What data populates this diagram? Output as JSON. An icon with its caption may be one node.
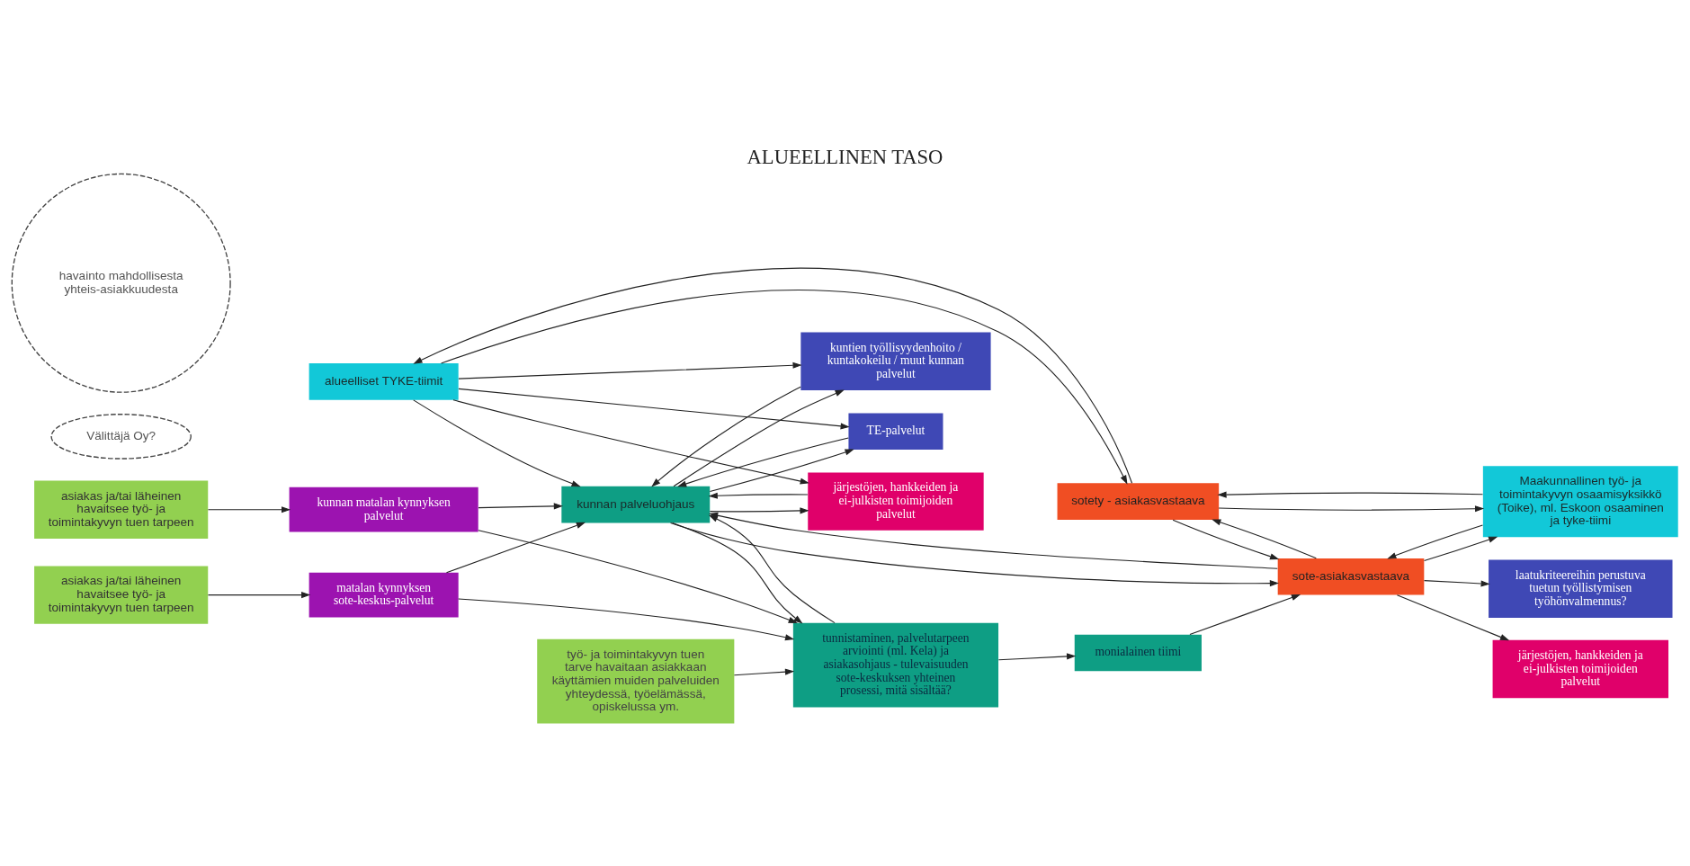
{
  "diagram": {
    "title": "ALUEELLINEN TASO",
    "nodes": [
      {
        "text": [
          "asiakas ja/tai läheinen havaitsee työ- ja toimintakyvyn tuen tarpeen"
        ]
      },
      {
        "text": [
          "kunnan matalan kynnyksen palvelut"
        ]
      },
      {
        "text": [
          "kunnan palveluohjaus"
        ]
      },
      {
        "text": [
          "kuntien työllisyydenhoito / kuntakokeilu / muut kunnan palvelut"
        ]
      },
      {
        "text": [
          "TE-palvelut"
        ]
      },
      {
        "text": [
          "alueelliset TYKE-tiimit"
        ]
      },
      {
        "text": [
          "järjestöjen, hankkeiden ja ei-julkisten toimijoiden palvelut"
        ]
      },
      {
        "text": [
          "sotety - asiakasvastaava"
        ]
      },
      {
        "text": [
          "Välittäjä Oy?"
        ]
      },
      {
        "text": [
          "havainto mahdollisesta yhteis-asiakkuudesta"
        ]
      },
      {
        "text": [
          "asiakas ja/tai läheinen havaitsee työ- ja toimintakyvyn tuen tarpeen"
        ]
      },
      {
        "text": [
          "matalan kynnyksen sote-keskus-palvelut"
        ]
      },
      {
        "text": [
          "työ- ja toimintakyvyn tuen tarve havaitaan asiakkaan käyttämien muiden palveluiden yhteydessä, työelämässä, opiskelussa ym."
        ]
      },
      {
        "text": [
          "tunnistaminen, palvelutarpeen arviointi (ml. Kela) ja asiakasohjaus - tulevaisuuden sote-keskuksen yhteinen prosessi, mitä sisältää?"
        ]
      },
      {
        "text": [
          "monialainen tiimi"
        ]
      },
      {
        "text": [
          "sote-asiakasvastaava"
        ]
      },
      {
        "text": [
          "Maakunnallinen työ- ja toimintakyvyn osaamisyksikkö (Toike), ml. Eskoon osaaminen ja tyke-tiimi"
        ]
      },
      {
        "text": [
          "järjestöjen, hankkeiden ja ei-julkisten toimijoiden palvelut"
        ]
      },
      {
        "text": [
          "laatukriteereihin perustuva tuetun työllistymisen työhönvalmennus?"
        ]
      }
    ],
    "edges": [
      {
        "from": 0,
        "to": 1,
        "arrow": "to"
      },
      {
        "from": 1,
        "to": 2,
        "arrow": "to"
      },
      {
        "from": 1,
        "to": 13,
        "arrow": "to"
      },
      {
        "from": 2,
        "to": 3,
        "arrow": "to"
      },
      {
        "from": 3,
        "to": 2,
        "arrow": "to"
      },
      {
        "from": 2,
        "to": 4,
        "arrow": "to"
      },
      {
        "from": 4,
        "to": 2,
        "arrow": "to"
      },
      {
        "from": 2,
        "to": 6,
        "arrow": "to"
      },
      {
        "from": 6,
        "to": 2,
        "arrow": "to"
      },
      {
        "from": 5,
        "to": 3,
        "arrow": "to"
      },
      {
        "from": 5,
        "to": 4,
        "arrow": "to"
      },
      {
        "from": 5,
        "to": 6,
        "arrow": "to"
      },
      {
        "from": 5,
        "to": 2,
        "arrow": "to"
      },
      {
        "from": 5,
        "to": 7,
        "arrow": "to"
      },
      {
        "from": 7,
        "to": 5,
        "arrow": "to"
      },
      {
        "from": 16,
        "to": 7,
        "arrow": "to"
      },
      {
        "from": 7,
        "to": 16,
        "arrow": "to"
      },
      {
        "from": 10,
        "to": 11,
        "arrow": "to"
      },
      {
        "from": 11,
        "to": 13,
        "arrow": "to"
      },
      {
        "from": 12,
        "to": 13,
        "arrow": "to"
      },
      {
        "from": 11,
        "to": 2,
        "arrow": "to"
      },
      {
        "from": 13,
        "to": 2,
        "arrow": "to"
      },
      {
        "from": 2,
        "to": 13,
        "arrow": "to"
      },
      {
        "from": 13,
        "to": 14,
        "arrow": "to"
      },
      {
        "from": 14,
        "to": 15,
        "arrow": "to"
      },
      {
        "from": 15,
        "to": 2,
        "arrow": "to"
      },
      {
        "from": 2,
        "to": 15,
        "arrow": "to"
      },
      {
        "from": 15,
        "to": 7,
        "arrow": "to"
      },
      {
        "from": 7,
        "to": 15,
        "arrow": "to"
      },
      {
        "from": 15,
        "to": 16,
        "arrow": "to"
      },
      {
        "from": 16,
        "to": 15,
        "arrow": "to"
      },
      {
        "from": 15,
        "to": 17,
        "arrow": "to"
      },
      {
        "from": 15,
        "to": 18,
        "arrow": "to"
      }
    ]
  }
}
